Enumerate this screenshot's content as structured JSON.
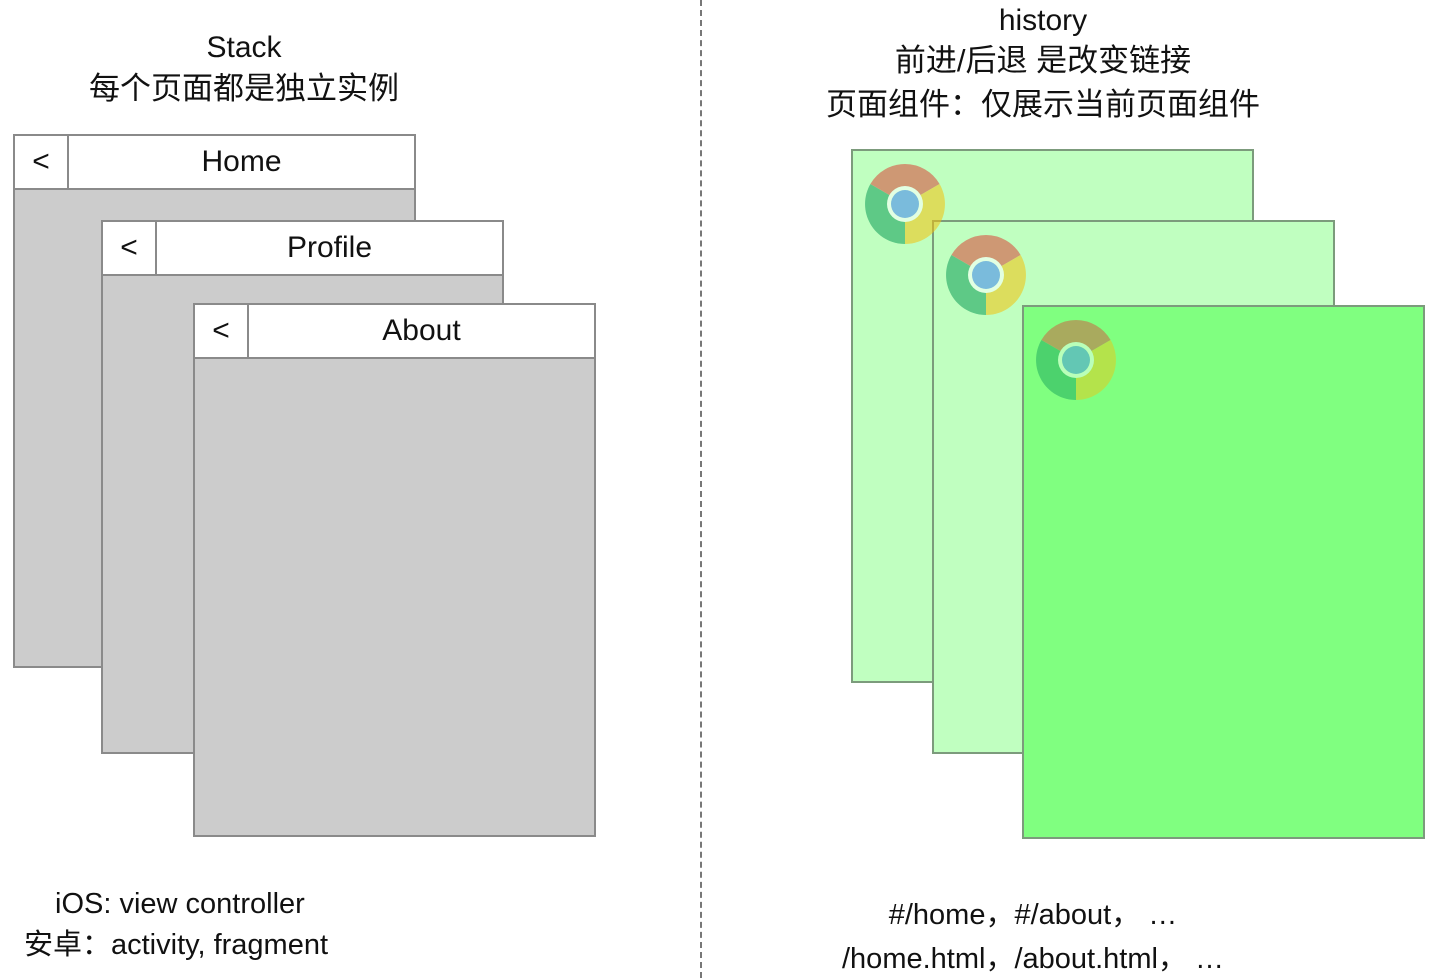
{
  "stack": {
    "title": "Stack",
    "subtitle": "每个页面都是独立实例",
    "screens": [
      {
        "back": "<",
        "title": "Home"
      },
      {
        "back": "<",
        "title": "Profile"
      },
      {
        "back": "<",
        "title": "About"
      }
    ],
    "notes": [
      "iOS: view controller",
      "安卓：activity, fragment"
    ]
  },
  "history": {
    "title": "history",
    "line1": "前进/后退 是改变链接",
    "line2": "页面组件：仅展示当前页面组件",
    "page_colors": [
      "#c0ffc0",
      "#c0ffc0",
      "#80ff80"
    ],
    "icon": "chrome-icon",
    "urls": [
      "#/home，#/about， …",
      "/home.html，/about.html， …"
    ]
  }
}
